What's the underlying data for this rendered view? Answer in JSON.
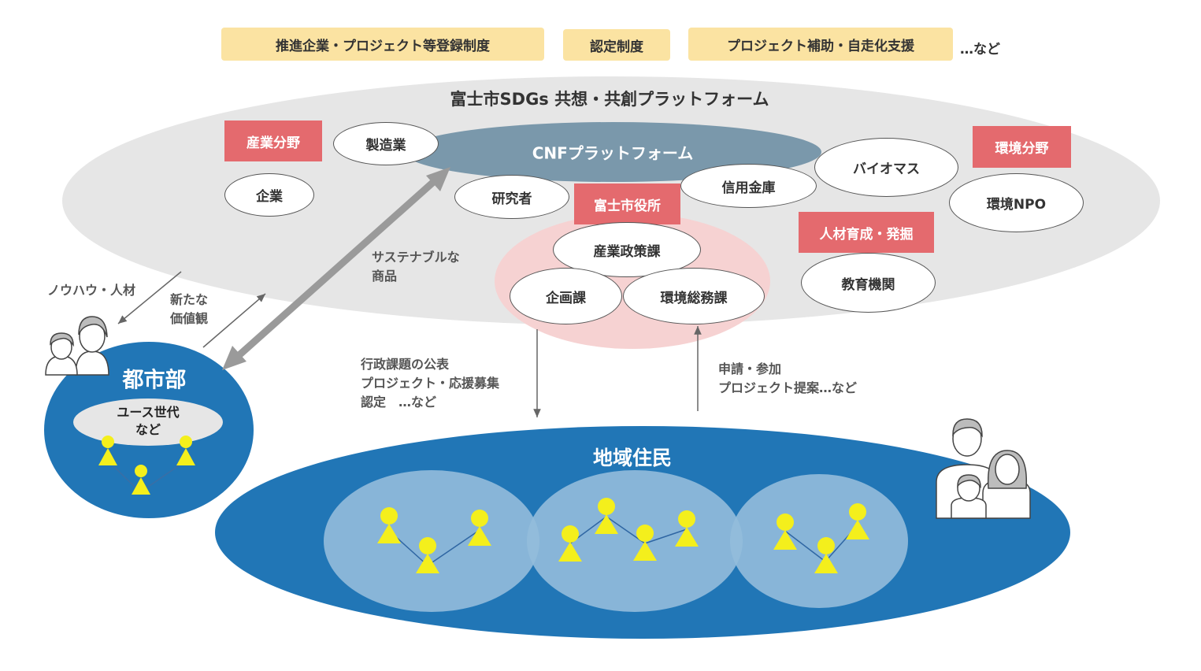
{
  "top_items": [
    "推進企業・プロジェクト等登録制度",
    "認定制度",
    "プロジェクト補助・自走化支援"
  ],
  "top_etc": "…など",
  "platform_title": "富士市SDGs 共想・共創プラットフォーム",
  "cnf_platform": "CNFプラットフォーム",
  "categories": {
    "industry": "産業分野",
    "environment": "環境分野",
    "talent": "人材育成・発掘",
    "city_hall": "富士市役所"
  },
  "stakeholders": {
    "manufacturing": "製造業",
    "company": "企業",
    "researcher": "研究者",
    "credit_bank": "信用金庫",
    "biomass": "バイオマス",
    "env_npo": "環境NPO",
    "education": "教育機関"
  },
  "city_sections": {
    "industry_policy": "産業政策課",
    "planning": "企画課",
    "env_general": "環境総務課"
  },
  "flows": {
    "knowhow": "ノウハウ・人材",
    "new_values": "新たな\n価値観",
    "sustainable": "サステナブルな\n商品",
    "gov_to_residents": "行政課題の公表\nプロジェクト・応援募集\n認定　…など",
    "residents_to_gov": "申請・参加\nプロジェクト提案…など"
  },
  "urban": {
    "title": "都市部",
    "youth": "ユース世代\nなど"
  },
  "residents": {
    "title": "地域住民"
  },
  "colors": {
    "platform_gray": "#e6e6e6",
    "cnf_blue": "#7a98ab",
    "city_pink": "#f6d2d2",
    "red_box": "#e46a6e",
    "yellow_box": "#fbe3a2",
    "blue": "#2176b6",
    "light_blue": "#93bcdc",
    "person_yellow": "#f4ef1c"
  }
}
